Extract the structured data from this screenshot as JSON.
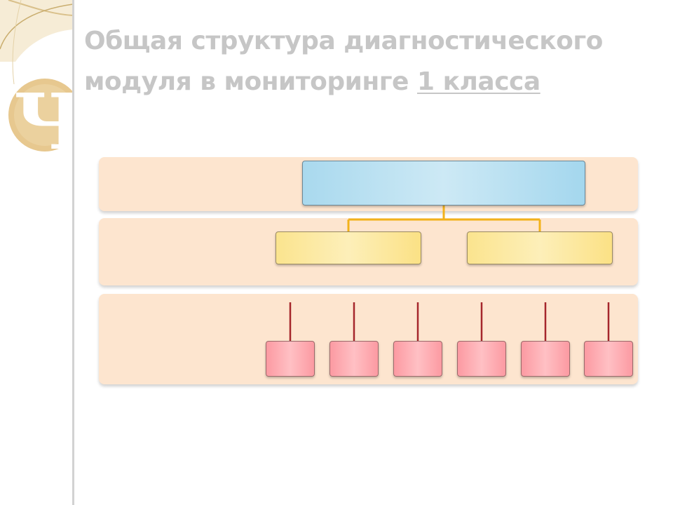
{
  "slide": {
    "title_part1": "Общая структура диагностического модуля в мониторинге ",
    "title_underlined": "1 класса",
    "logo_glyph": "Ч"
  },
  "diagram": {
    "top_box_label": "",
    "mid_box_labels": [
      "",
      ""
    ],
    "leaf_box_labels": [
      "",
      "",
      "",
      "",
      "",
      ""
    ]
  },
  "colors": {
    "band_fill": "#fde5cf",
    "top_box_fill": "#a9d9ee",
    "mid_box_fill": "#fbe48e",
    "leaf_box_fill": "#fc9aa2",
    "connector_orange": "#f2b21b",
    "connector_red": "#a5262c",
    "title_color": "#c6c6c6"
  }
}
